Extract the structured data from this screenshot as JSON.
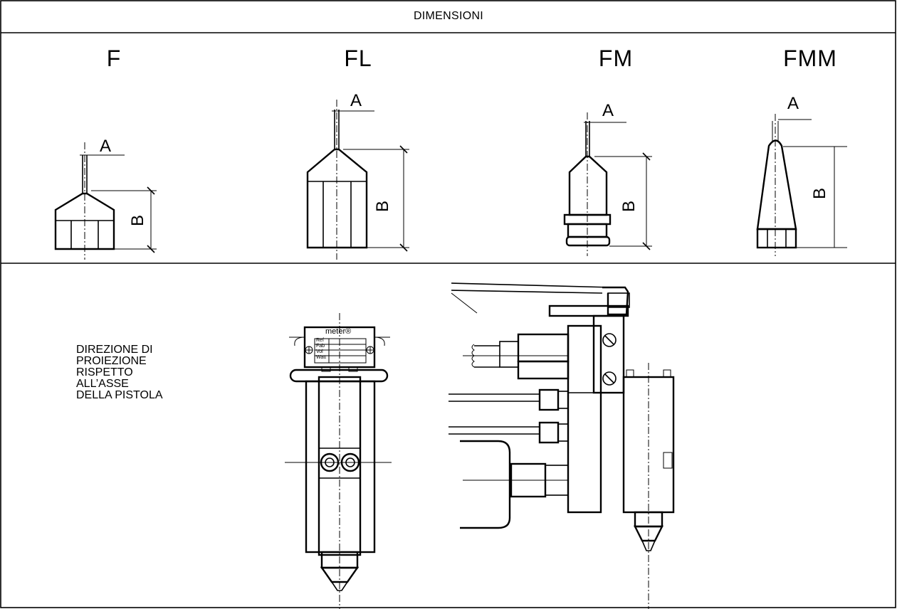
{
  "header": {
    "title": "DIMENSIONI"
  },
  "nozzles": [
    {
      "label": "F"
    },
    {
      "label": "FL"
    },
    {
      "label": "FM"
    },
    {
      "label": "FMM"
    }
  ],
  "dimensions": {
    "a": "A",
    "b": "B"
  },
  "gun": {
    "description_lines": [
      "DIREZIONE DI",
      "PROIEZIONE",
      "RISPETTO",
      "ALL’ASSE",
      "DELLA PISTOLA"
    ],
    "nameplate": {
      "brand": "meter®",
      "rows": [
        "Ref",
        "Fab",
        "Vol",
        "Watt"
      ]
    }
  }
}
